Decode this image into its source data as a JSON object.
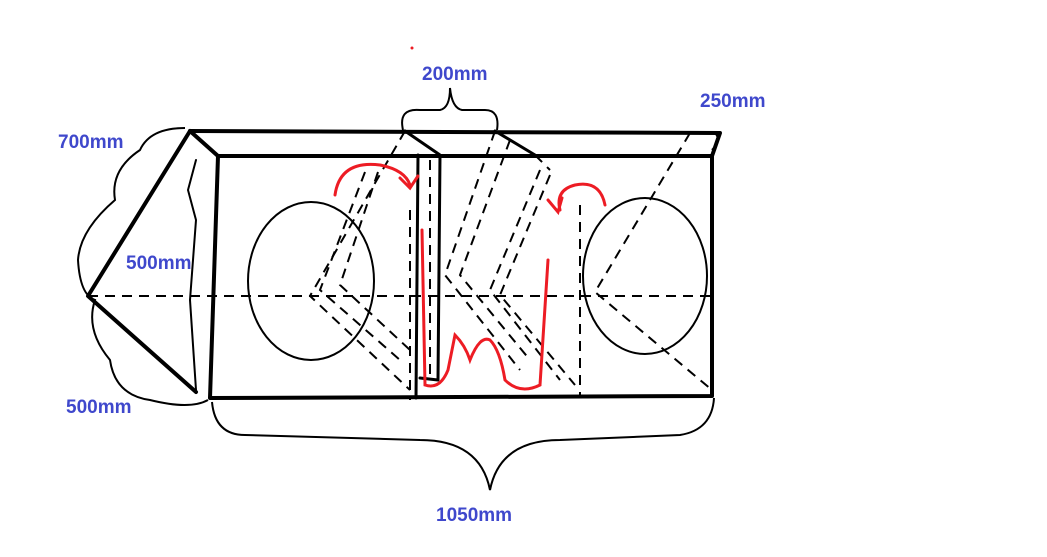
{
  "title": "Subwoofer box sketch",
  "colors": {
    "outline": "#000000",
    "labels": "#3f48cc",
    "airflow": "#ed1c24"
  },
  "dimensions": {
    "port_width": "200mm",
    "depth_right": "250mm",
    "depth_left": "700mm",
    "height_inner": "500mm",
    "height_outer": "500mm",
    "length": "1050mm"
  }
}
